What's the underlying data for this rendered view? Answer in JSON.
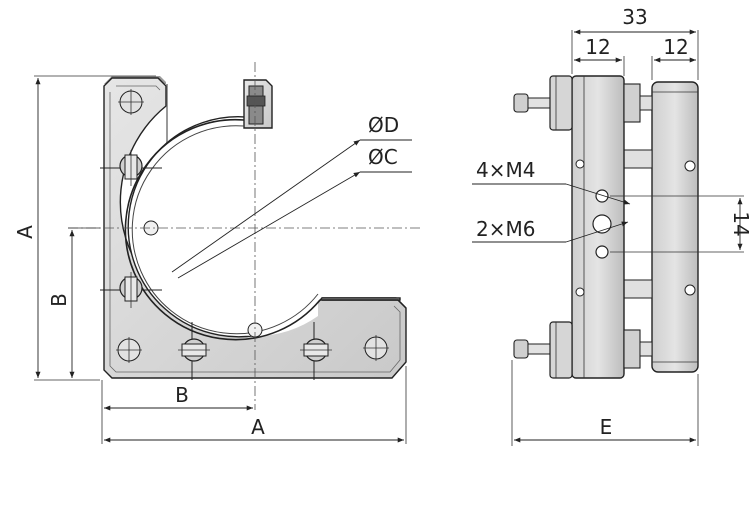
{
  "front_view": {
    "dim_A_vertical": "A",
    "dim_B_vertical": "B",
    "dim_B_horizontal": "B",
    "dim_A_horizontal": "A",
    "dim_D": "ØD",
    "dim_C": "ØC"
  },
  "side_view": {
    "dim_overall": "33",
    "dim_left": "12",
    "dim_right": "12",
    "dim_spacing": "14",
    "dim_E": "E",
    "holes_M4": "4×M4",
    "holes_M6": "2×M6"
  },
  "colors": {
    "plate_fill": "#d9d9d9",
    "plate_dark": "#a8a8a8",
    "line": "#222222"
  }
}
